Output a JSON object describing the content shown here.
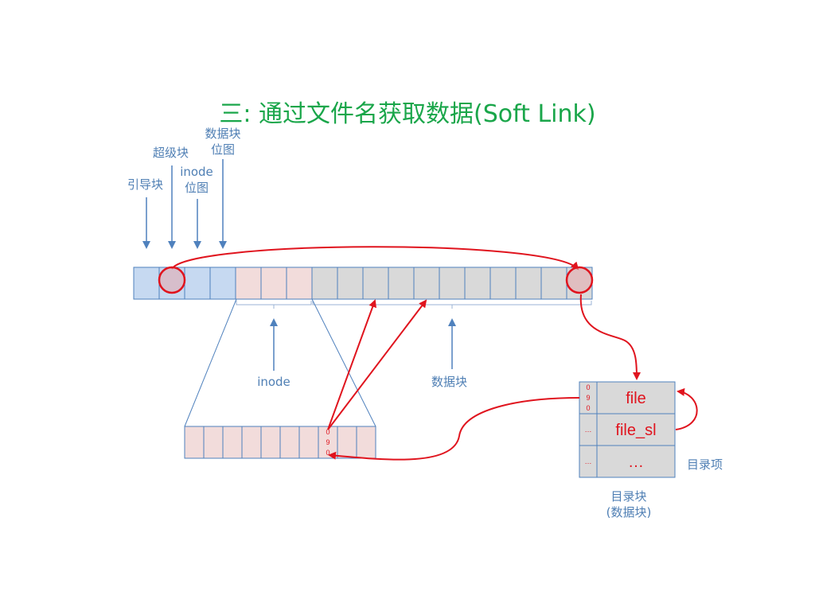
{
  "title": "三: 通过文件名获取数据(Soft Link)",
  "labels": {
    "boot_block": "引导块",
    "super_block": "超级块",
    "inode_bitmap_1": "inode",
    "inode_bitmap_2": "位图",
    "data_bitmap_1": "数据块",
    "data_bitmap_2": "位图",
    "inode_area": "inode",
    "data_area": "数据块",
    "dir_entry": "目录项",
    "dir_block_1": "目录块",
    "dir_block_2": "(数据块)"
  },
  "inode_pointer_digits": [
    "0",
    "9",
    "0"
  ],
  "directory_block": {
    "rows": [
      {
        "inode_digits": [
          "0",
          "9",
          "0"
        ],
        "name": "file"
      },
      {
        "inode_digits": [
          "…"
        ],
        "name": "file_sl"
      },
      {
        "inode_digits": [
          "…"
        ],
        "name": "…"
      }
    ]
  },
  "colors": {
    "title": "#1aa64a",
    "label": "#4f7fb4",
    "meta_block_fill": "#c6d9f1",
    "inode_fill": "#f2dcdb",
    "data_fill": "#d9d9d9",
    "cell_border": "#4f81bd",
    "arrow_red": "#e0141e",
    "arrow_blue": "#4f81bd"
  }
}
